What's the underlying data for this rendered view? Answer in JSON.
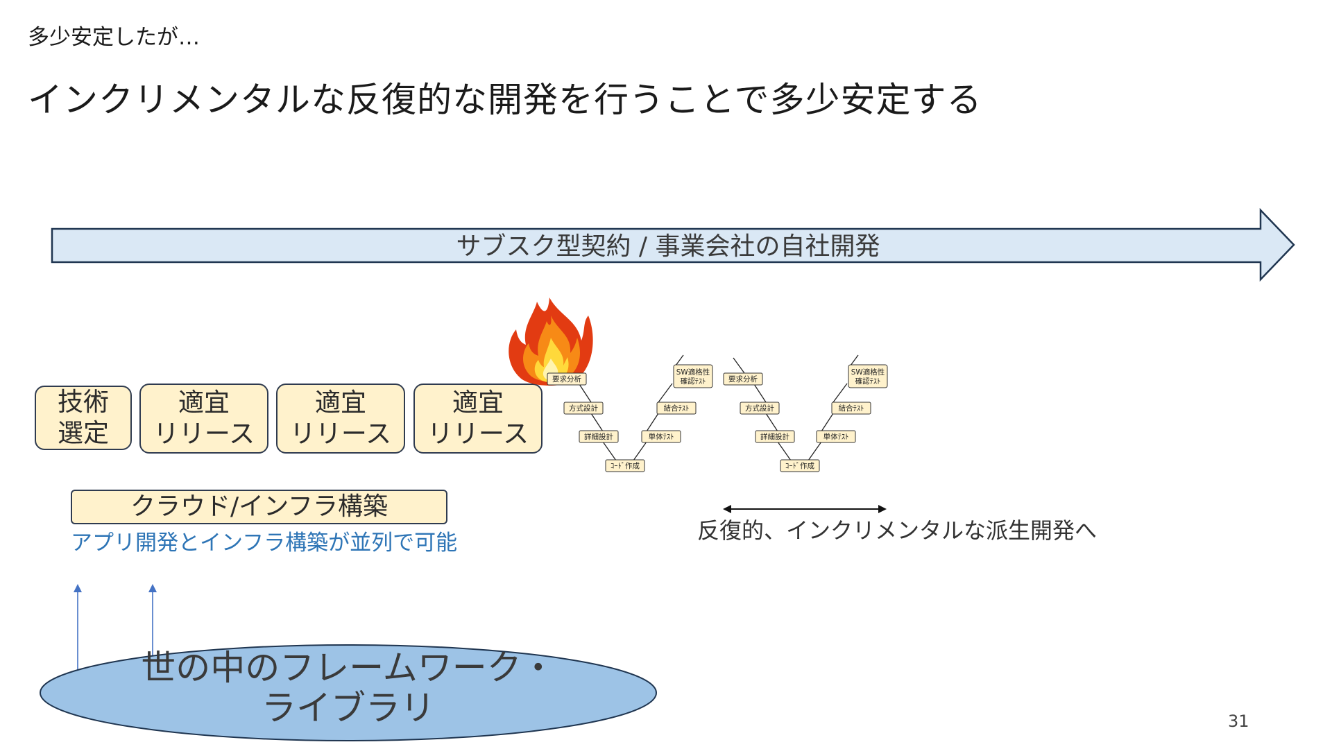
{
  "header": {
    "kicker": "多少安定したが…",
    "title": "インクリメンタルな反復的な開発を行うことで多少安定する"
  },
  "timeline_arrow": {
    "label": "サブスク型契約 / 事業会社の自社開発",
    "fill": "#dae8f5",
    "stroke": "#1f3550"
  },
  "phase_boxes": {
    "tech": "技術\n選定",
    "release1": "適宜\nリリース",
    "release2": "適宜\nリリース",
    "release3": "適宜\nリリース",
    "fill": "#fff2cc"
  },
  "infra_box": {
    "label": "クラウド/インフラ構築"
  },
  "parallel_note": "アプリ開発とインフラ構築が並列で可能",
  "fire_icon": "fire-icon",
  "v_model_left": {
    "req": "要求分析",
    "method": "方式設計",
    "detail": "詳細設計",
    "code": "ｺｰﾄﾞ作成",
    "unit": "単体ﾃｽﾄ",
    "integ": "結合ﾃｽﾄ",
    "sw1": "SW適格性",
    "sw2": "確認ﾃｽﾄ"
  },
  "v_model_right": {
    "req": "要求分析",
    "method": "方式設計",
    "detail": "詳細設計",
    "code": "ｺｰﾄﾞ作成",
    "unit": "単体ﾃｽﾄ",
    "integ": "結合ﾃｽﾄ",
    "sw1": "SW適格性",
    "sw2": "確認ﾃｽﾄ"
  },
  "iteration_note": "反復的、インクリメンタルな派生開発へ",
  "framework_ellipse": {
    "line1": "世の中のフレームワーク・",
    "line2": "ライブラリ",
    "fill": "#9dc3e6"
  },
  "page_number": "31"
}
